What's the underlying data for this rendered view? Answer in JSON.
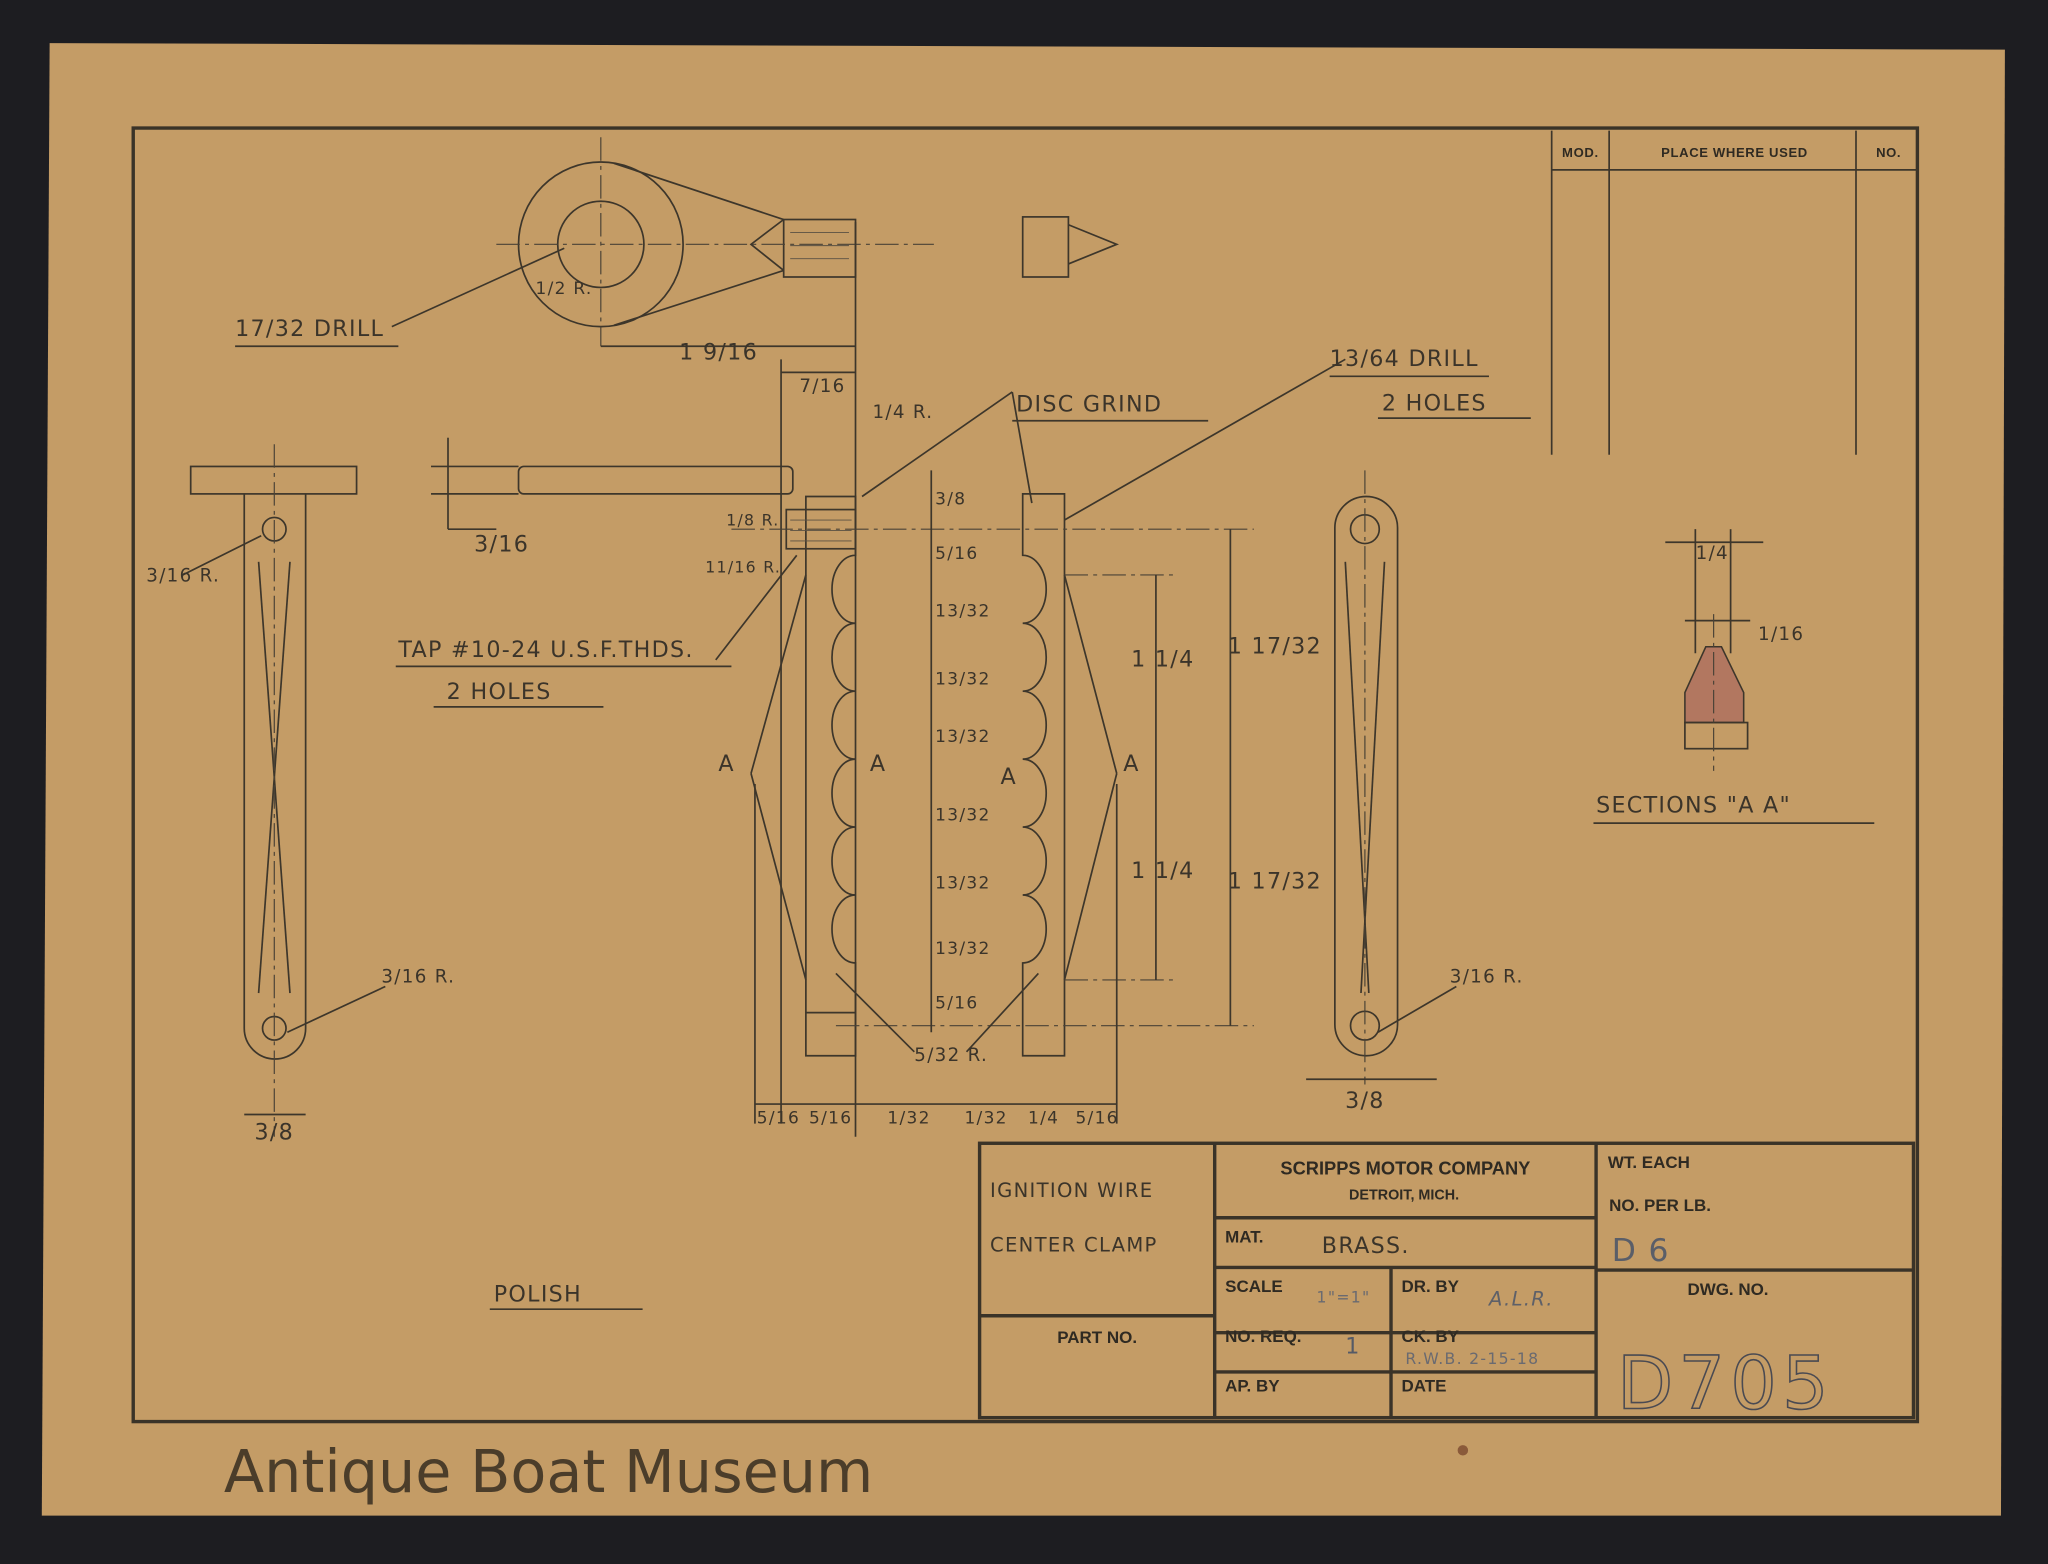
{
  "colors": {
    "background": "#1d1d21",
    "paper": "#c49c66",
    "ink": "#3b342a"
  },
  "revision_table": {
    "headers": [
      "MOD.",
      "PLACE WHERE USED",
      "NO."
    ]
  },
  "title_block": {
    "part_name_line1": "IGNITION WIRE",
    "part_name_line2": "CENTER CLAMP",
    "part_no_label": "PART NO.",
    "company": "SCRIPPS MOTOR COMPANY",
    "location": "DETROIT, MICH.",
    "material_label": "MAT.",
    "material": "BRASS.",
    "scale_label": "SCALE",
    "scale": "1\"=1\"",
    "drawn_by_label": "DR. BY",
    "drawn_by": "A.L.R.",
    "no_req_label": "NO. REQ.",
    "no_req": "1",
    "checked_by_label": "CK. BY",
    "checked_by": "R.W.B. 2-15-18",
    "approved_by_label": "AP. BY",
    "date_label": "DATE",
    "weight_label": "WT. EACH",
    "no_per_lb_label": "NO. PER LB.",
    "no_per_lb": "D 6",
    "dwg_no_label": "DWG. NO.",
    "dwg_no": "D705"
  },
  "annotations": {
    "drill_17_32": "17/32 DRILL",
    "half_r": "1/2 R.",
    "dim_1_9_16": "1 9/16",
    "dim_7_16": "7/16",
    "quarter_r": "1/4 R.",
    "disc_grind": "DISC GRIND",
    "drill_13_64": "13/64 DRILL",
    "two_holes_a": "2 HOLES",
    "dim_3_16": "3/16",
    "r_3_16_top": "3/16 R.",
    "r_1_8": "1/8 R.",
    "r_11_16": "11/16 R.",
    "tap": "TAP #10-24 U.S.F.THDS.",
    "two_holes_b": "2 HOLES",
    "r_3_16_bottom_left": "3/16 R.",
    "dim_3_8_left": "3/8",
    "chain": [
      "3/8",
      "5/16",
      "13/32",
      "13/32",
      "13/32",
      "13/32",
      "13/32",
      "13/32",
      "5/16"
    ],
    "dim_1_1_4_a": "1 1/4",
    "dim_1_1_4_b": "1 1/4",
    "dim_1_17_32_a": "1 17/32",
    "dim_1_17_32_b": "1 17/32",
    "section_marks": [
      "A",
      "A",
      "A",
      "A"
    ],
    "r_5_32": "5/32 R.",
    "bottom_dims": [
      "5/16",
      "5/16",
      "1/32",
      "1/32",
      "1/4",
      "5/16"
    ],
    "r_3_16_right": "3/16 R.",
    "dim_3_8_right": "3/8",
    "section_1_4": "1/4",
    "section_1_16": "1/16",
    "sections_label": "SECTIONS \"A A\"",
    "polish": "POLISH"
  },
  "watermark": "Antique Boat Museum"
}
